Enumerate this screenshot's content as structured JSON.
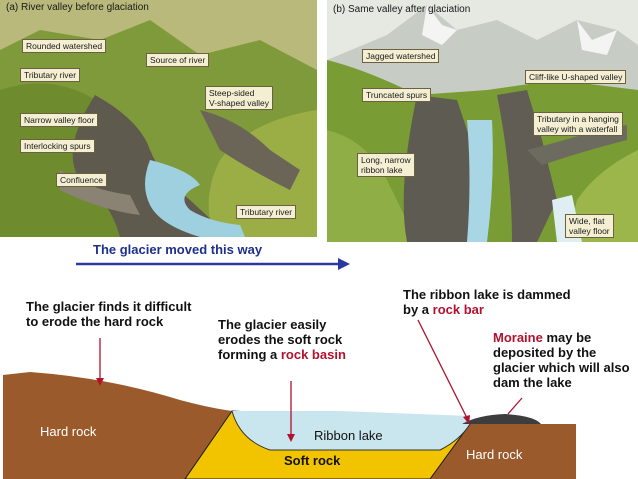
{
  "panel_a": {
    "caption": "(a) River valley before glaciation",
    "labels": {
      "rounded_watershed": "Rounded watershed",
      "source_of_river": "Source of river",
      "tributary_river_top": "Tributary river",
      "steep_sided": "Steep-sided\nV-shaped valley",
      "narrow_valley_floor": "Narrow valley floor",
      "interlocking_spurs": "Interlocking spurs",
      "confluence": "Confluence",
      "tributary_river_bottom": "Tributary river"
    }
  },
  "panel_b": {
    "caption": "(b) Same valley after glaciation",
    "labels": {
      "jagged_watershed": "Jagged watershed",
      "cliff_like": "Cliff-like U-shaped valley",
      "truncated_spurs": "Truncated spurs",
      "hanging_valley": "Tributary in a hanging\nvalley with a waterfall",
      "ribbon_lake": "Long, narrow\nribbon lake",
      "flat_floor": "Wide, flat\nvalley floor"
    }
  },
  "glacier_direction": "The glacier moved this way",
  "notes": {
    "erode_hard": "The glacier finds it difficult to erode the hard rock",
    "easily_erodes_prefix": "The glacier easily erodes the soft rock forming a",
    "rock_basin": "rock basin",
    "dammed_prefix": "The ribbon lake is dammed by a",
    "rock_bar": "rock bar",
    "moraine": "Moraine",
    "moraine_suffix": "may be deposited by the glacier which will also dam the lake"
  },
  "cross_section": {
    "hard_rock_left": "Hard rock",
    "ribbon_lake": "Ribbon lake",
    "soft_rock": "Soft rock",
    "hard_rock_right": "Hard rock"
  },
  "colors": {
    "hard_rock": "#9b5a2b",
    "soft_rock": "#f2c400",
    "lake": "#c9e6ef",
    "arrow": "#2a3a9c",
    "accent_red": "#b3122d"
  }
}
